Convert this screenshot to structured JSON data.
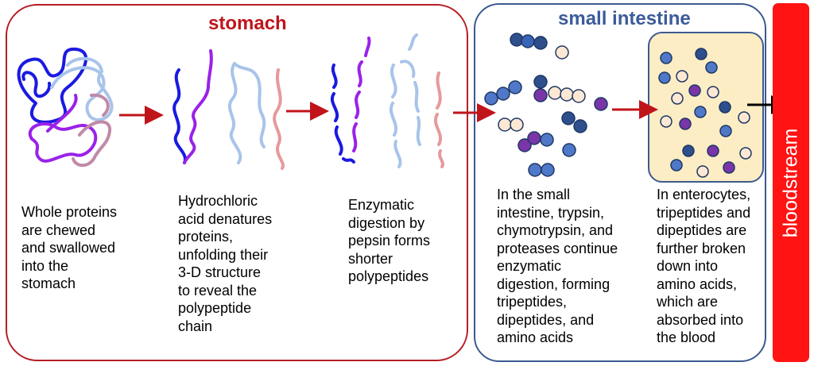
{
  "stomach": {
    "title": "stomach",
    "steps": [
      "Whole proteins\nare chewed\nand swallowed\ninto the\nstomach",
      "Hydrochloric\nacid denatures\nproteins,\nunfolding their\n3-D structure\nto reveal the\npolypeptide\nchain",
      "Enzymatic\ndigestion by\npepsin forms\nshorter\npolypeptides"
    ]
  },
  "small_intestine": {
    "title": "small intestine",
    "lumen_text": "In the small\nintestine, trypsin,\nchymotrypsin, and\nproteases continue\nenzymatic\ndigestion, forming\ntripeptides,\ndipeptides, and\namino acids",
    "enterocyte_text": "In enterocytes,\ntripeptides and\ndipeptides are\nfurther broken\ndown into\namino acids,\nwhich are\nabsorbed into\nthe blood"
  },
  "bloodstream": {
    "label": "bloodstream"
  },
  "colors": {
    "stomach_red": "#c0141b",
    "intestine_blue": "#3b5b9a",
    "blood_red": "#ff1313",
    "enterocyte_fill": "#fcedc4",
    "arrow_red": "#c0141b",
    "strand_dark_blue": "#1a1ae0",
    "strand_purple": "#9a22e8",
    "strand_light_blue": "#a8c4ea",
    "strand_pink": "#e69a9a"
  }
}
